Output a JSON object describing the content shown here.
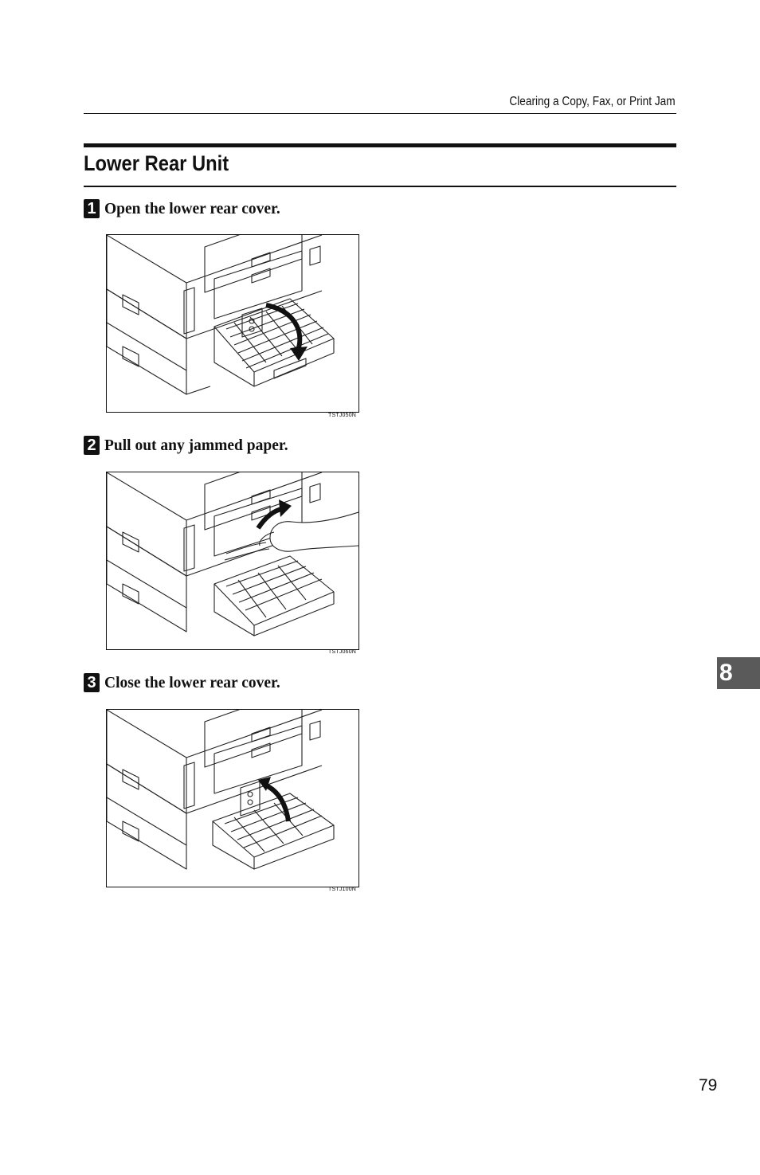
{
  "header": {
    "running_title": "Clearing a Copy, Fax, or Print Jam"
  },
  "section": {
    "title": "Lower Rear Unit"
  },
  "steps": [
    {
      "number": "1",
      "text": "Open the lower rear cover.",
      "figure_code": "TSTJ050N",
      "illustration": "printer-lower-rear-cover-opening"
    },
    {
      "number": "2",
      "text": "Pull out any jammed paper.",
      "figure_code": "TSTJ060N",
      "illustration": "hand-pulling-jammed-paper"
    },
    {
      "number": "3",
      "text": "Close the lower rear cover.",
      "figure_code": "TSTJ100N",
      "illustration": "printer-lower-rear-cover-closing"
    }
  ],
  "chapter_tab": "8",
  "page_number": "79"
}
